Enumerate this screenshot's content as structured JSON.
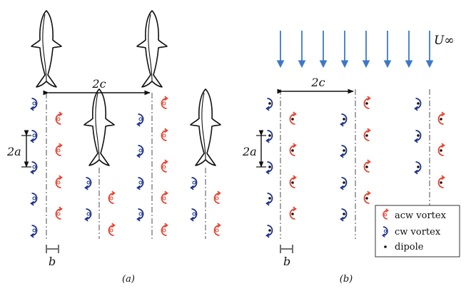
{
  "labels": {
    "spacing_c": "2c",
    "spacing_a": "2a",
    "offset_b": "b",
    "freestream": "U∞",
    "panel_a": "(a)",
    "panel_b": "(b)"
  },
  "legend": {
    "items": [
      {
        "label": "acw vortex",
        "icon": "acw-vortex-icon"
      },
      {
        "label": "cw vortex",
        "icon": "cw-vortex-icon"
      },
      {
        "label": "dipole",
        "icon": "dipole-icon"
      }
    ]
  },
  "colors": {
    "acw_vortex": "#e8412f",
    "cw_vortex": "#1a2f8f",
    "arrow": "#3c78c8",
    "line": "#111111",
    "centerline": "#777777"
  }
}
